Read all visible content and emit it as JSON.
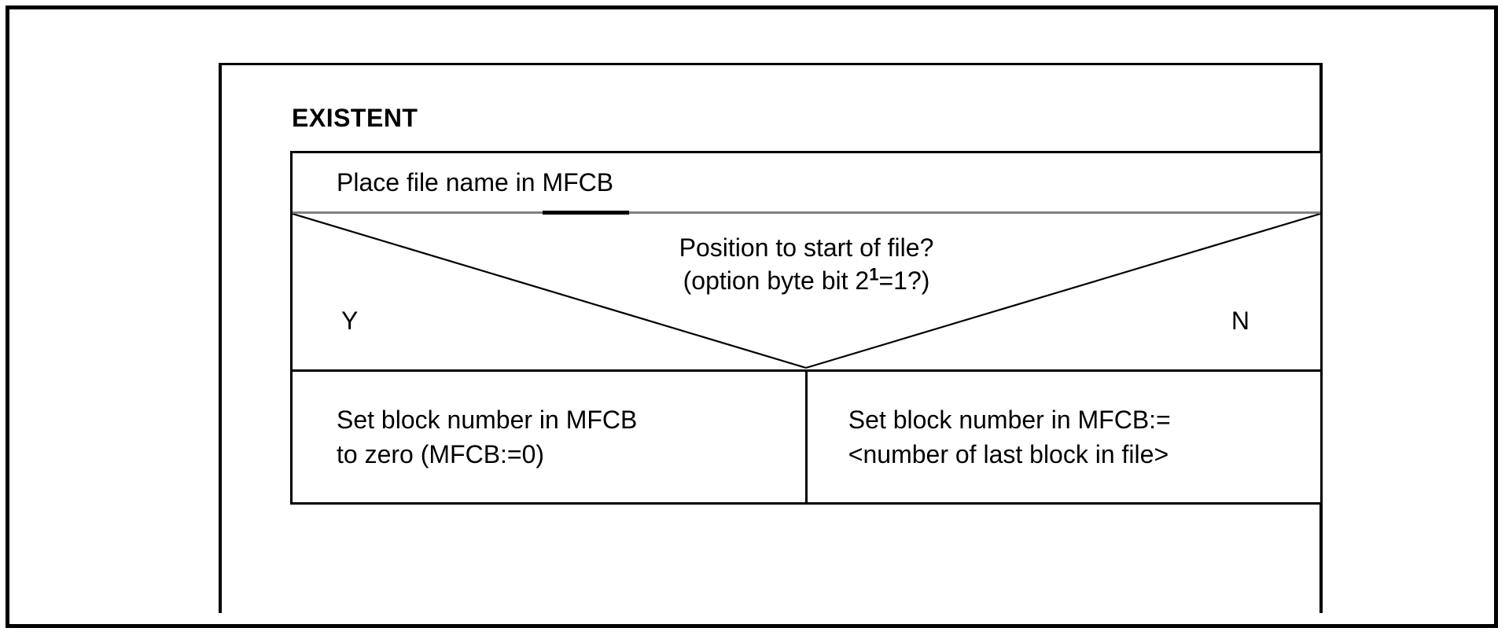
{
  "diagram": {
    "type": "nassi-shneiderman-structogram",
    "title": "EXISTENT",
    "process": {
      "statement": "Place file name in MFCB"
    },
    "decision": {
      "question_line1": "Position to start of file?",
      "question_line2_prefix": "(option byte bit 2",
      "question_line2_superscript": "1",
      "question_line2_suffix": "=1?)",
      "yes_label": "Y",
      "no_label": "N"
    },
    "branches": {
      "yes": {
        "line1": "Set block number in MFCB",
        "line2": "to zero (MFCB:=0)"
      },
      "no": {
        "line1": "Set block number in MFCB:=",
        "line2": "<number of last block in file>"
      }
    },
    "colors": {
      "line": "#000000",
      "separator_light": "#808080",
      "background": "#ffffff"
    }
  }
}
